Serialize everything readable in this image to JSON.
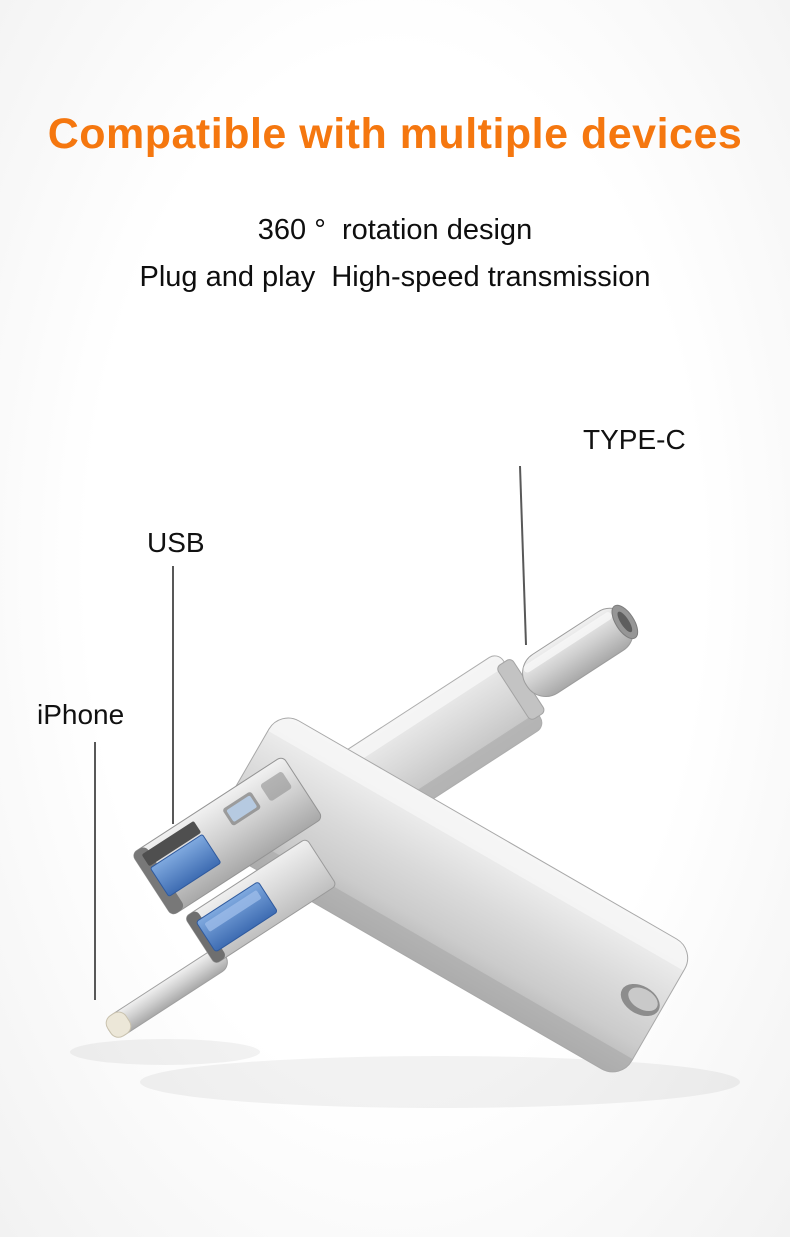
{
  "page": {
    "title": "Compatible with multiple devices",
    "subtitle_line1": "360 °  rotation design",
    "subtitle_line2": "Plug and play  High-speed transmission"
  },
  "callouts": {
    "type_c": "TYPE-C",
    "usb": "USB",
    "iphone": "iPhone"
  },
  "colors": {
    "title_orange": "#f5770f",
    "text_black": "#111111",
    "connector_blue": "#4a79c0",
    "metal_silver": "#d6d6d6",
    "lightning_tip_cream": "#ece7d8"
  }
}
